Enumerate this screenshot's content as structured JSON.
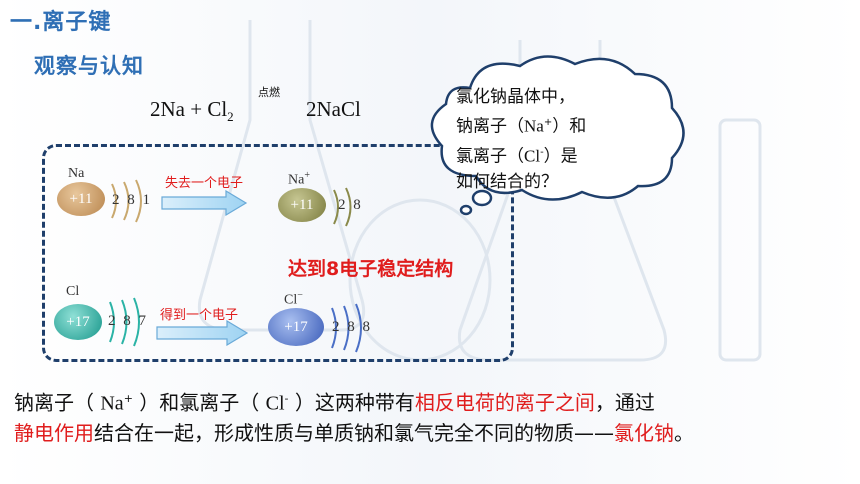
{
  "heading": {
    "title": "一.离子键",
    "subtitle": "观察与认知"
  },
  "equation": {
    "left_a": "2Na + Cl",
    "left_sub": "2",
    "condition": "点燃",
    "right": "2NaCl"
  },
  "sodium": {
    "atom_label": "Na",
    "atom_nucleus": "+11",
    "atom_shells": "2 8 1",
    "arrow_label": "失去一个电子",
    "ion_label": "Na",
    "ion_charge": "+",
    "ion_nucleus": "+11",
    "ion_shells": "2 8"
  },
  "chlorine": {
    "atom_label": "Cl",
    "atom_nucleus": "+17",
    "atom_shells": "2 8 7",
    "arrow_label": "得到一个电子",
    "ion_label": "Cl",
    "ion_charge": "−",
    "ion_nucleus": "+17",
    "ion_shells": "2 8 8"
  },
  "stable_text": "达到8电子稳定结构",
  "cloud": {
    "line1": "氯化钠晶体中，",
    "line2_a": "钠离子（",
    "line2_ion": "Na",
    "line2_sup": "+",
    "line2_b": "）和",
    "line3_a": "氯离子（",
    "line3_ion": "Cl",
    "line3_sup": "-",
    "line3_b": "）是",
    "line4": "如何结合的？"
  },
  "paragraph": {
    "p1": "钠离子（ ",
    "ion1": "Na",
    "ion1_sup": "+",
    "p2": " ）和氯离子（ ",
    "ion2": "Cl",
    "ion2_sup": "-",
    "p3": " ）这两种带有",
    "hl1": "相反电荷的离子之间",
    "p4": "，通过",
    "hl2": "静电作用",
    "p5": "结合在一起，形成性质与单质钠和氯气完全不同的物质——",
    "hl3": "氯化钠",
    "p6": "。"
  },
  "colors": {
    "heading": "#2f6fb5",
    "highlight": "#e01d1d",
    "dash_border": "#1f3f6b",
    "na_atom": "#c99a62",
    "na_ion": "#8a8a4a",
    "cl_atom": "#2bb3a6",
    "cl_ion": "#4a6fc6"
  }
}
